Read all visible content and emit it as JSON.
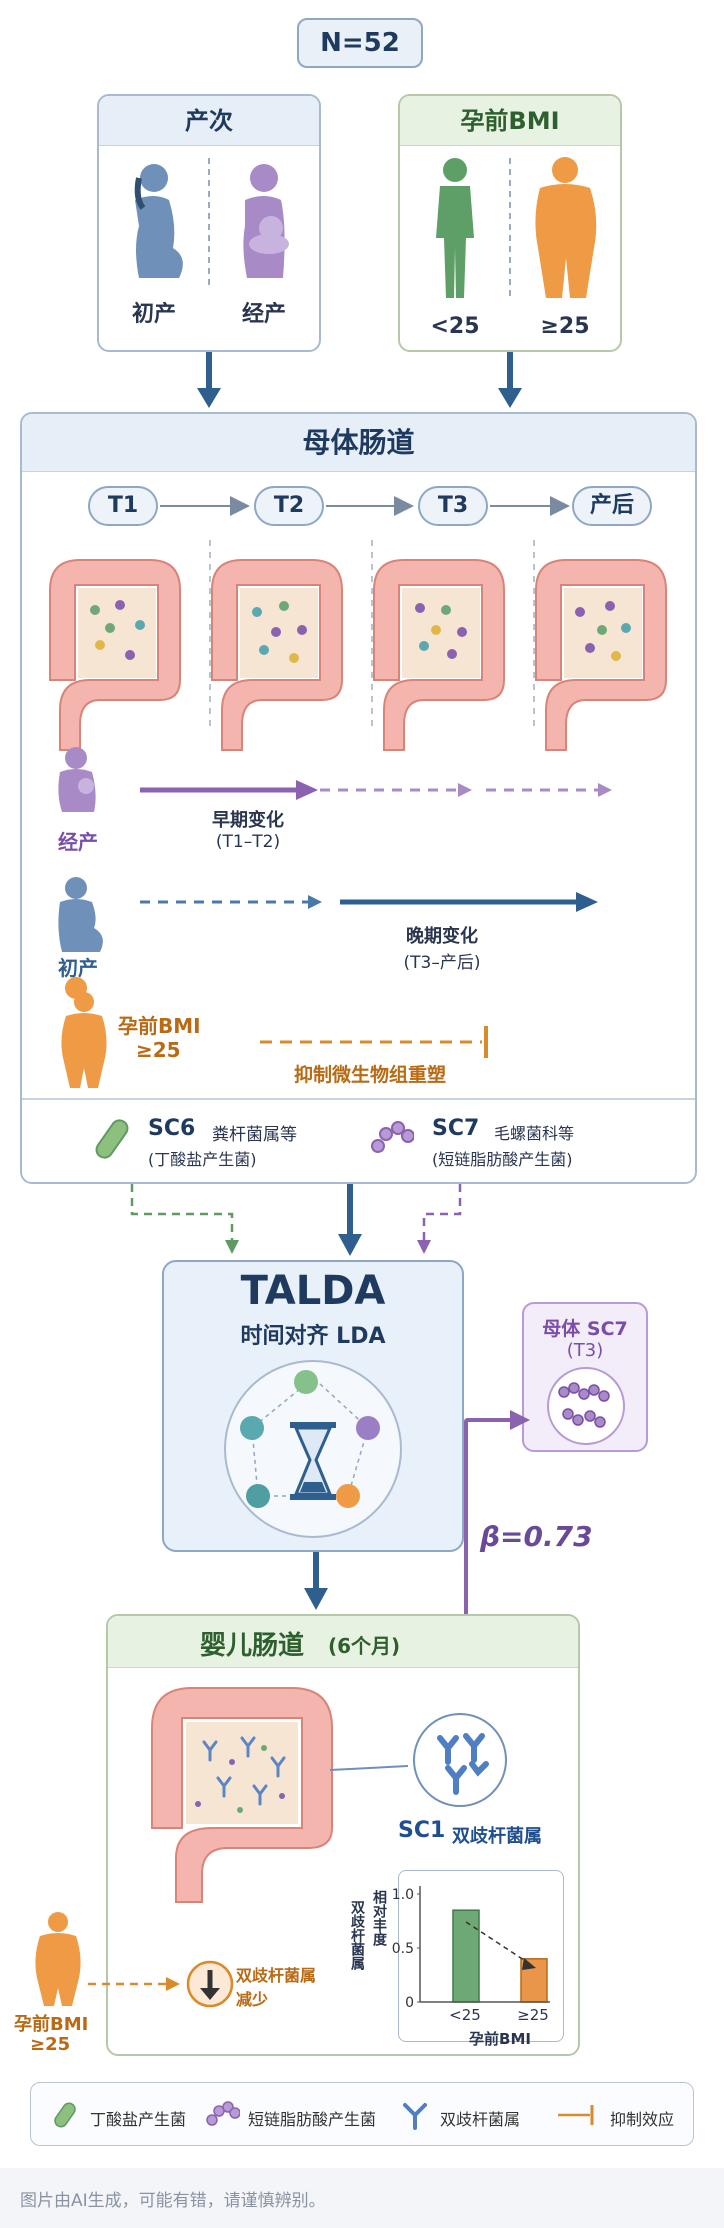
{
  "top": {
    "n_label": "N=52"
  },
  "parity": {
    "title": "产次",
    "first": "初产",
    "multi": "经产"
  },
  "bmi": {
    "title": "孕前BMI",
    "low": "<25",
    "high": "≥25"
  },
  "maternal": {
    "title": "母体肠道",
    "timepoints": [
      "T1",
      "T2",
      "T3",
      "产后"
    ],
    "row_multi_label": "经产",
    "early_change": "早期变化",
    "early_range": "(T1–T2)",
    "row_first_label": "初产",
    "late_change": "晚期变化",
    "late_range": "(T3–产后)",
    "bmi_label_1": "孕前BMI",
    "bmi_label_2": "≥25",
    "inhibit_text": "抑制微生物组重塑",
    "sc6_code": "SC6",
    "sc6_name": "粪杆菌属等",
    "sc6_desc": "(丁酸盐产生菌)",
    "sc7_code": "SC7",
    "sc7_name": "毛螺菌科等",
    "sc7_desc": "(短链脂肪酸产生菌)"
  },
  "talda": {
    "title": "TALDA",
    "subtitle": "时间对齐 LDA"
  },
  "maternal_sc7": {
    "line1": "母体 SC7",
    "line2": "(T3)",
    "beta": "β=0.73"
  },
  "infant": {
    "title": "婴儿肠道",
    "title_note": "(6个月)",
    "sc1_code": "SC1",
    "sc1_name": "双歧杆菌属",
    "bmi_label_1": "孕前BMI",
    "bmi_label_2": "≥25",
    "decrease_1": "双歧杆菌属",
    "decrease_2": "减少"
  },
  "chart_data": {
    "type": "bar",
    "categories": [
      "<25",
      "≥25"
    ],
    "values": [
      0.85,
      0.4
    ],
    "xlabel": "孕前BMI",
    "ylabel": "双歧杆菌属相对丰度",
    "ylabel_part1": "双歧杆菌属",
    "ylabel_part2": "相对丰度",
    "ylim": [
      0,
      1.0
    ],
    "yticks": [
      "0",
      "0.5",
      "1.0"
    ],
    "colors": [
      "#6fa877",
      "#e9954a"
    ]
  },
  "legend": {
    "butyrate": "丁酸盐产生菌",
    "scfa": "短链脂肪酸产生菌",
    "bifido": "双歧杆菌属",
    "inhibit": "抑制效应"
  },
  "footer": {
    "note": "图片由AI生成，可能有错，请谨慎辨别。"
  },
  "colors": {
    "navy": "#2f5f8f",
    "purple": "#8a62b0",
    "orange": "#d98a2b",
    "green": "#5f9a63"
  }
}
